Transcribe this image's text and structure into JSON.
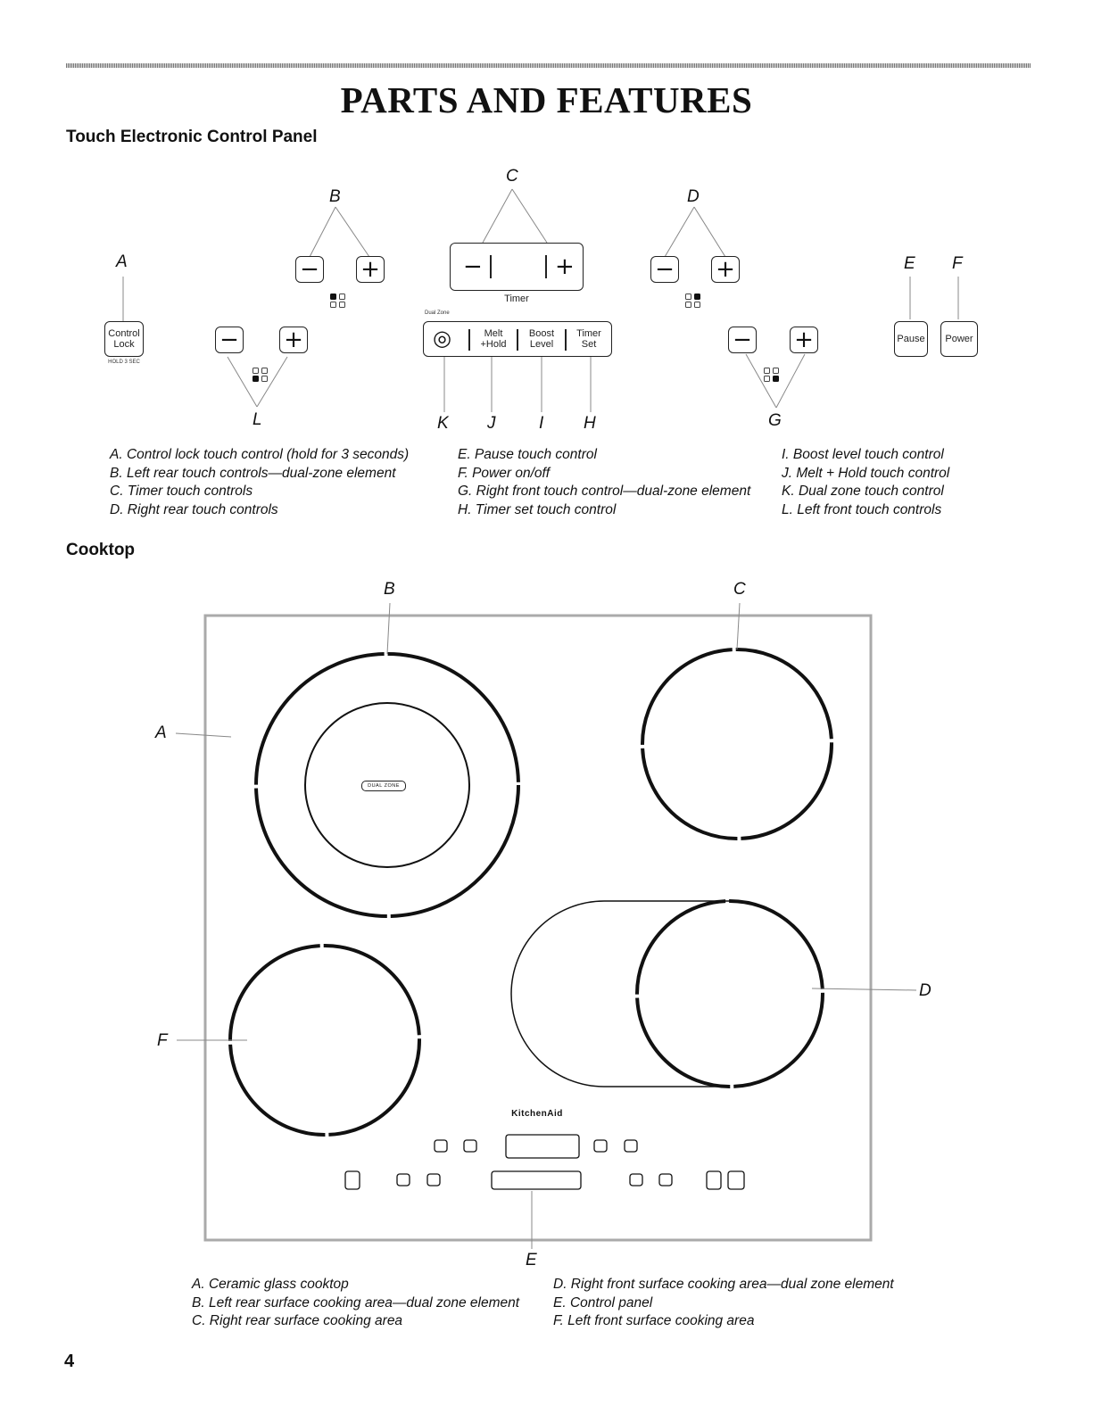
{
  "page": {
    "title": "PARTS AND FEATURES",
    "page_number": "4"
  },
  "control_panel": {
    "heading": "Touch Electronic Control Panel",
    "callouts": {
      "A": "A",
      "B": "B",
      "C": "C",
      "D": "D",
      "E": "E",
      "F": "F",
      "G": "G",
      "H": "H",
      "I": "I",
      "J": "J",
      "K": "K",
      "L": "L"
    },
    "minus_symbol": "−",
    "plus_symbol": "+",
    "control_lock": "Control Lock",
    "hold_note": "HOLD 3 SEC",
    "timer_label": "Timer",
    "dual_zone_label": "Dual Zone",
    "dual_zone_symbol": "◎",
    "melt_hold": "Melt +Hold",
    "boost_level": "Boost Level",
    "timer_set": "Timer Set",
    "pause": "Pause",
    "power": "Power",
    "legend": [
      [
        "A. Control lock touch control (hold for 3 seconds)",
        "B. Left rear touch controls—dual-zone element",
        "C. Timer touch controls",
        "D. Right rear touch controls"
      ],
      [
        "E. Pause touch control",
        "F. Power on/off",
        "G. Right front touch control—dual-zone element",
        "H. Timer set touch control"
      ],
      [
        "I. Boost level touch control",
        "J. Melt + Hold touch control",
        "K. Dual zone touch control",
        "L. Left front touch controls"
      ]
    ]
  },
  "cooktop": {
    "heading": "Cooktop",
    "callouts": {
      "A": "A",
      "B": "B",
      "C": "C",
      "D": "D",
      "E": "E",
      "F": "F"
    },
    "dual_zone_badge": "DUAL ZONE",
    "brand": "KitchenAid",
    "legend": [
      [
        "A. Ceramic glass cooktop",
        "B. Left rear surface cooking area—dual zone element",
        "C. Right rear surface cooking area"
      ],
      [
        "D. Right front surface cooking area—dual zone element",
        "E. Control panel",
        "F. Left front surface cooking area"
      ]
    ]
  }
}
